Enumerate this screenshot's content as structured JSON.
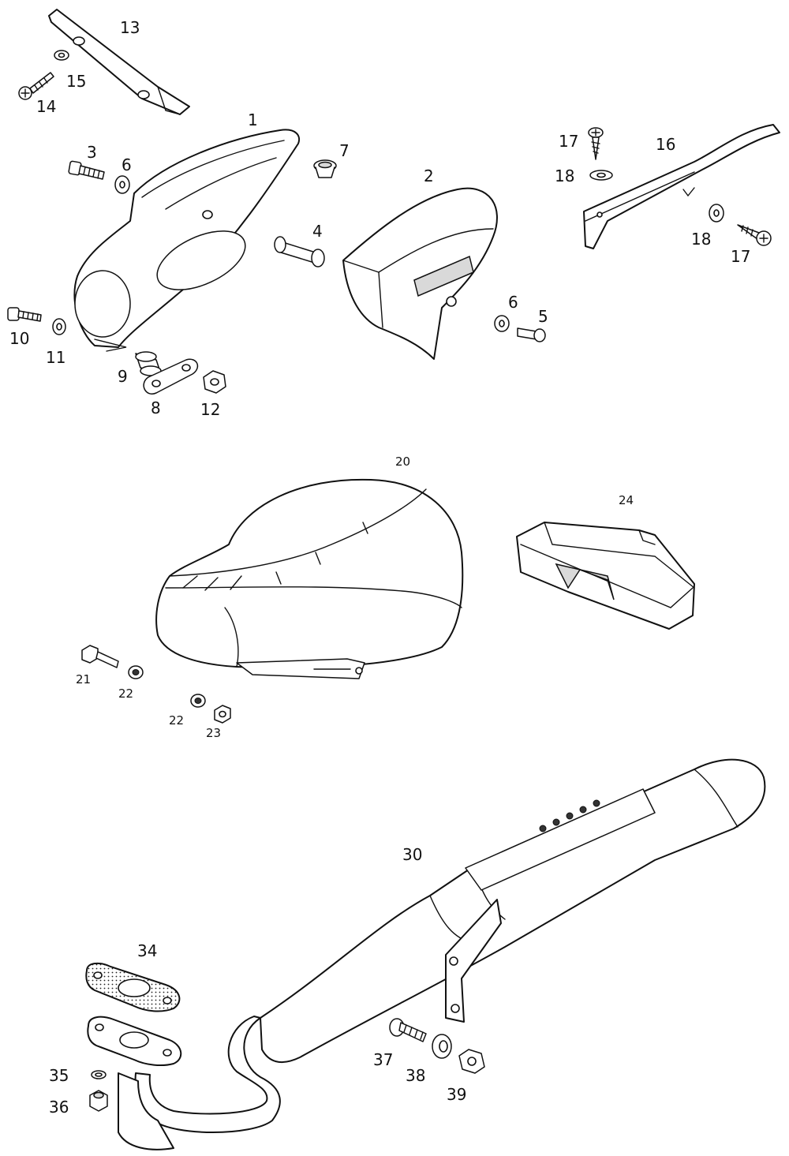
{
  "labels": {
    "p1": "1",
    "p2": "2",
    "p3": "3",
    "p4": "4",
    "p5": "5",
    "p6a": "6",
    "p6b": "6",
    "p7": "7",
    "p8": "8",
    "p9": "9",
    "p10": "10",
    "p11": "11",
    "p12": "12",
    "p13": "13",
    "p14": "14",
    "p15": "15",
    "p16": "16",
    "p17a": "17",
    "p17b": "17",
    "p18a": "18",
    "p18b": "18",
    "p20": "20",
    "p21": "21",
    "p22a": "22",
    "p22b": "22",
    "p23": "23",
    "p24": "24",
    "p30": "30",
    "p34": "34",
    "p35": "35",
    "p36": "36",
    "p37": "37",
    "p38": "38",
    "p39": "39"
  }
}
